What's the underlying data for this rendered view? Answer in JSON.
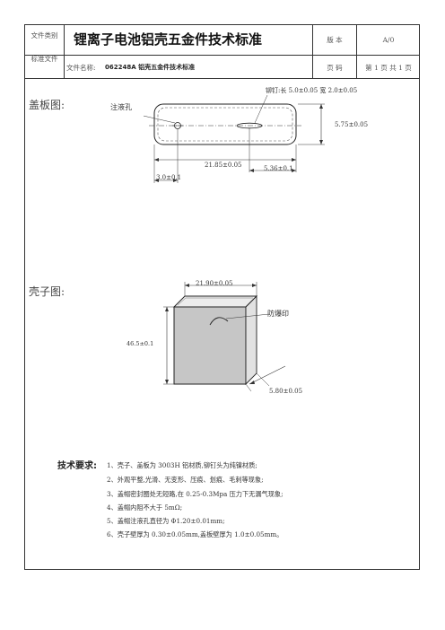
{
  "header": {
    "doc_category_label": "文件类别",
    "standard_doc_label": "标准文件",
    "title": "锂离子电池铝壳五金件技术标准",
    "version_label": "版  本",
    "version_value": "A/0",
    "file_name_label": "文件名称:",
    "file_name_value": "062248A 铝壳五金件技术标准",
    "page_label": "页  码",
    "page_value": "第 1 页 共 1 页"
  },
  "cover_plate": {
    "section_label": "盖板图:",
    "fill_hole_label": "注液孔",
    "rivet_label": "铆钉:长 5.0±0.05   宽 2.0±0.05",
    "dim_height": "5.75±0.05",
    "dim_length": "21.85±0.05",
    "dim_rivet_offset": "5.36±0.1",
    "dim_hole_offset": "3.0±0.1"
  },
  "shell": {
    "section_label": "壳子图:",
    "dim_width": "21.90±0.05",
    "dim_height": "46.5±0.1",
    "dim_thickness": "5.80±0.05",
    "explosion_proof_label": "防爆印"
  },
  "requirements": {
    "title": "技术要求:",
    "items": [
      "1、壳子、盖板为 3003H 铝材质,铆钉头为纯镍材质;",
      "2、外观平整,光滑、无变形、压痕、划痕、毛刺等现象;",
      "3、盖帽密封圈处无短路,在 0.25-0.3Mpa 压力下无漏气现象;",
      "4、盖帽内阻不大于 5mΩ;",
      "5、盖帽注液孔直径为 Φ1.20±0.01mm;",
      "6、壳子壁厚为 0.30±0.05mm,盖板壁厚为 1.0±0.05mm。"
    ]
  }
}
